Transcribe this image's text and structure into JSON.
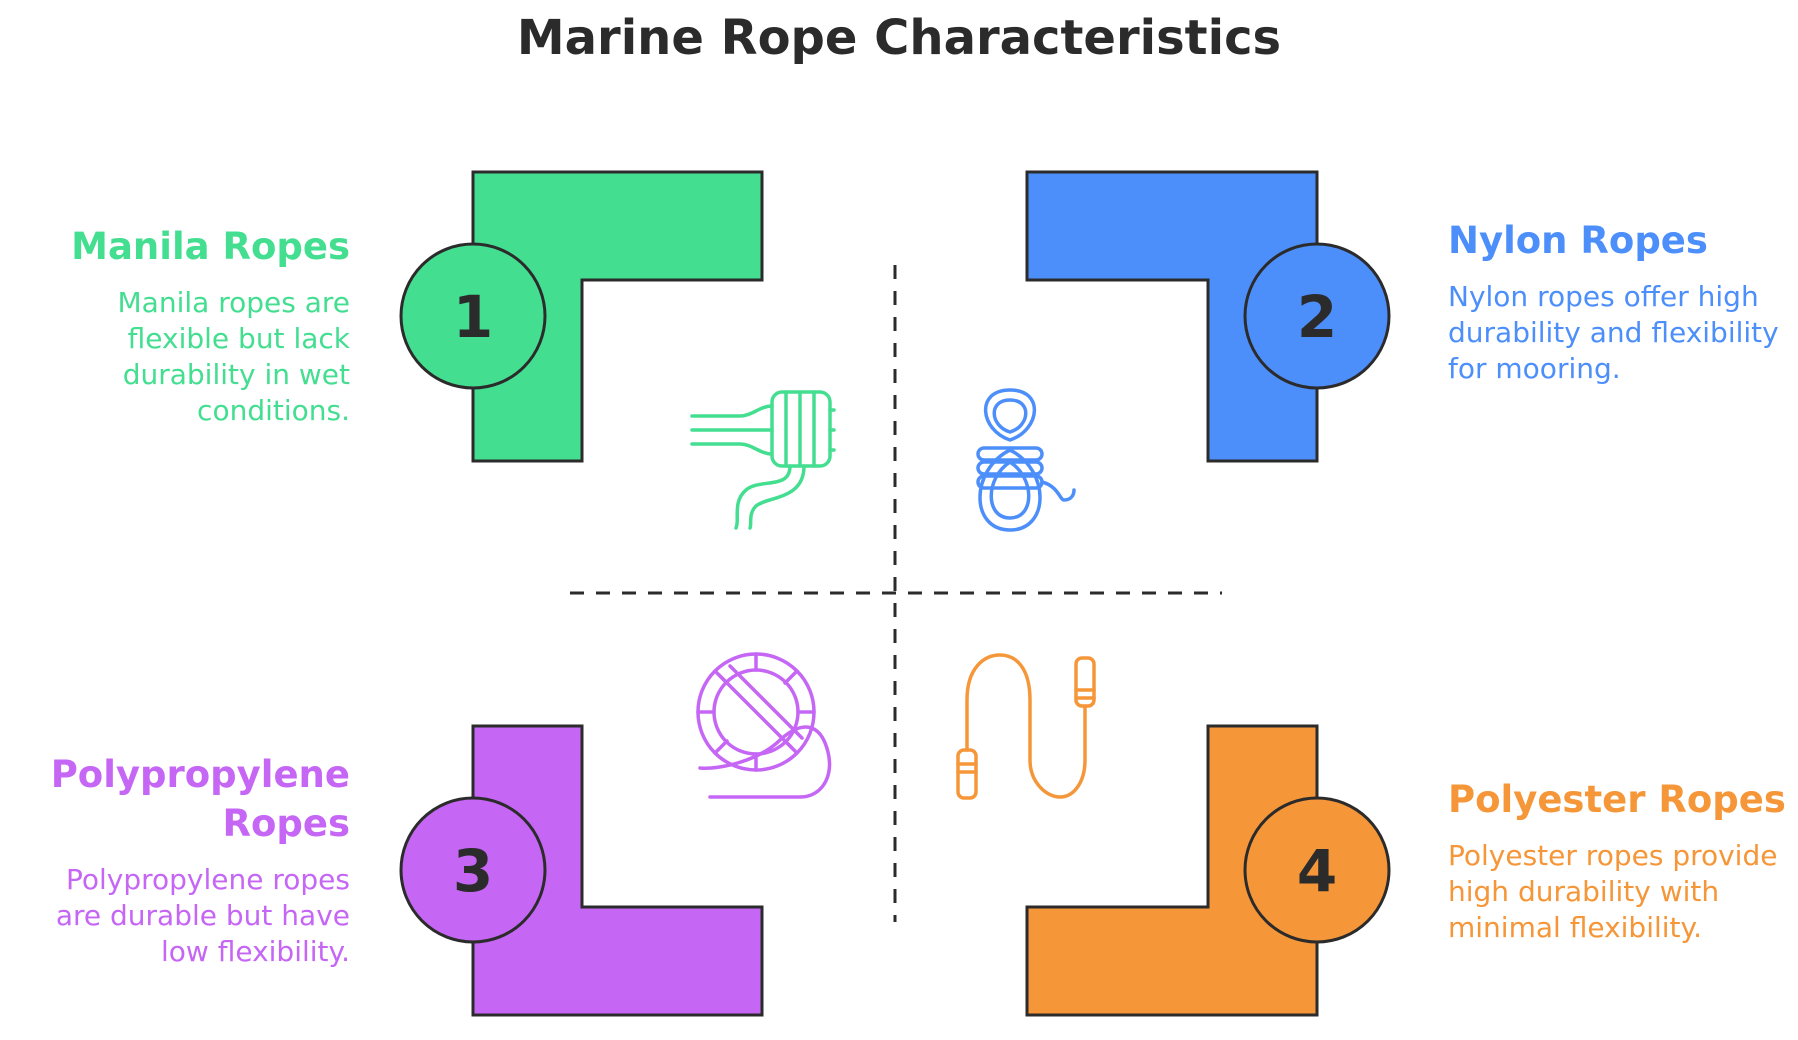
{
  "title": "Marine Rope Characteristics",
  "colors": {
    "green": "#44de91",
    "blue": "#4d8ffa",
    "purple": "#c566f5",
    "orange": "#f59638",
    "outline": "#2b2b2b"
  },
  "quadrants": [
    {
      "number": "1",
      "title": "Manila Ropes",
      "description": "Manila ropes are flexible but lack durability in wet conditions.",
      "color": "#44de91",
      "icon": "rope-plug-icon"
    },
    {
      "number": "2",
      "title": "Nylon Ropes",
      "description": "Nylon ropes offer high durability and flexibility for mooring.",
      "color": "#4d8ffa",
      "icon": "rope-coil-icon"
    },
    {
      "number": "3",
      "title": "Polypropylene Ropes",
      "description": "Polypropylene ropes are durable but have low flexibility.",
      "color": "#c566f5",
      "icon": "no-rope-spool-icon"
    },
    {
      "number": "4",
      "title": "Polyester Ropes",
      "description": "Polyester ropes provide high durability with minimal flexibility.",
      "color": "#f59638",
      "icon": "jump-rope-icon"
    }
  ]
}
